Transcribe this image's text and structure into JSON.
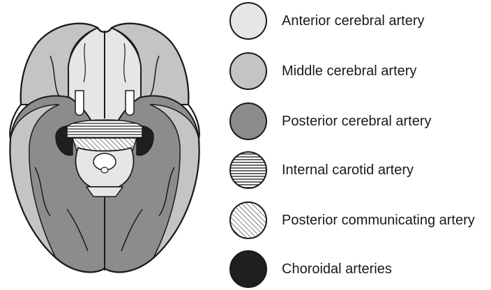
{
  "legend": {
    "items": [
      {
        "label": "Anterior cerebral artery",
        "fill": "#e6e6e6",
        "pattern": "solid"
      },
      {
        "label": "Middle cerebral artery",
        "fill": "#c4c4c4",
        "pattern": "solid"
      },
      {
        "label": "Posterior cerebral artery",
        "fill": "#8c8c8c",
        "pattern": "solid"
      },
      {
        "label": "Internal carotid artery",
        "fill": "#ffffff",
        "pattern": "horizontal-lines"
      },
      {
        "label": "Posterior communicating artery",
        "fill": "#ffffff",
        "pattern": "diagonal-lines"
      },
      {
        "label": "Choroidal arteries",
        "fill": "#1f1f1f",
        "pattern": "solid"
      }
    ]
  },
  "colors": {
    "outline": "#1a1a1a",
    "anterior": "#e6e6e6",
    "middle": "#c4c4c4",
    "posterior": "#8c8c8c",
    "choroidal": "#1f1f1f"
  }
}
